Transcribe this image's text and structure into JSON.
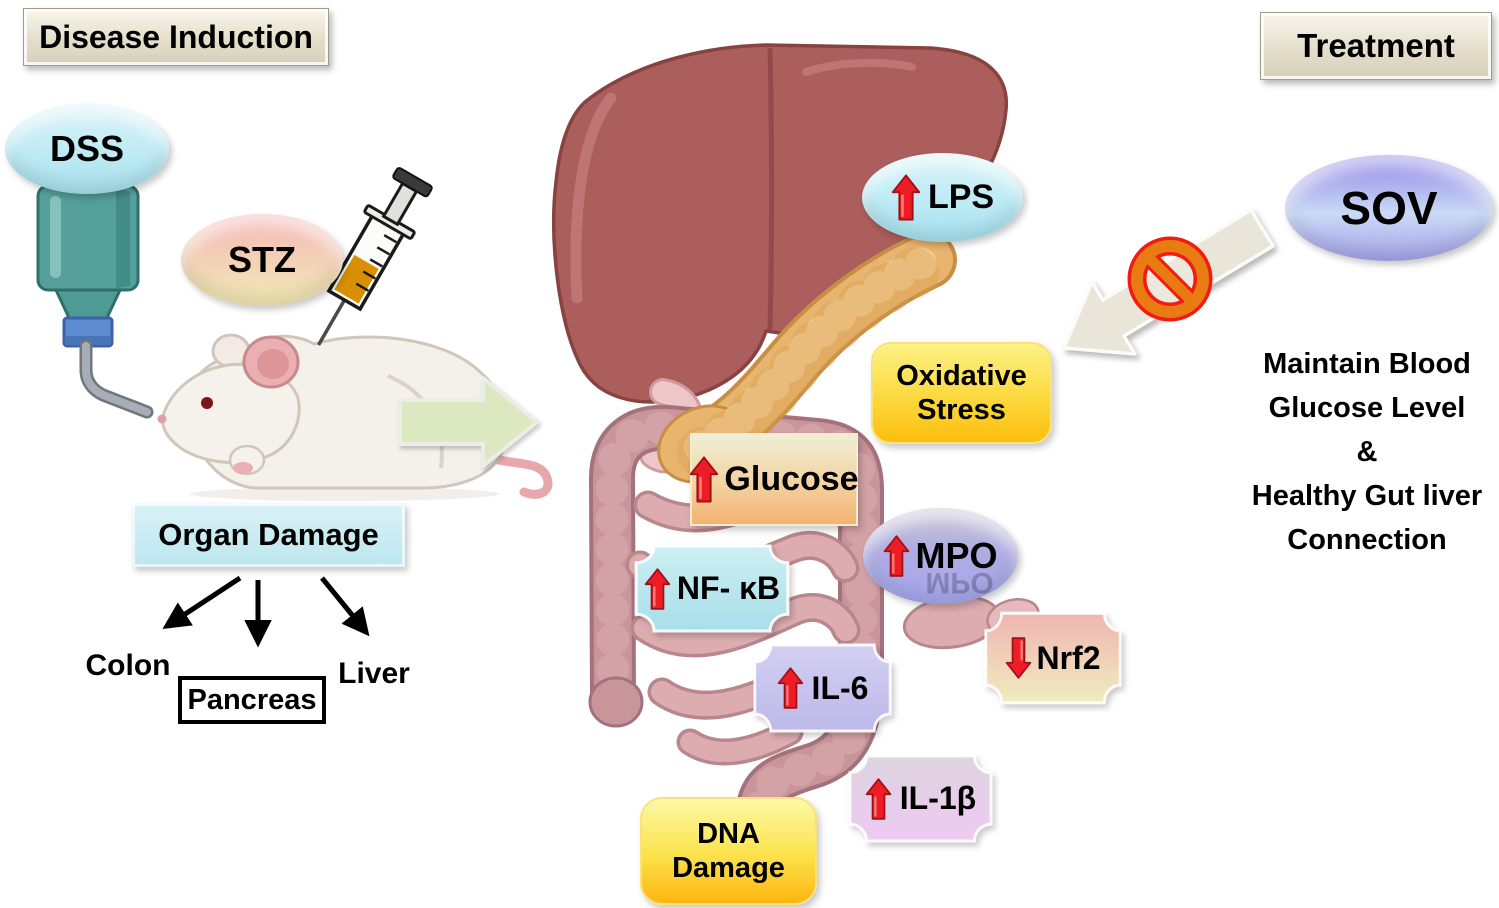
{
  "disease_induction": {
    "title": "Disease Induction",
    "inducers": [
      {
        "label": "DSS",
        "delivery": "drinking-water-bottle"
      },
      {
        "label": "STZ",
        "delivery": "injection-syringe"
      }
    ],
    "outcome_label": "Organ Damage",
    "affected_organs": [
      "Colon",
      "Pancreas",
      "Liver"
    ]
  },
  "pathology": {
    "markers": [
      {
        "label": "LPS",
        "change": "up"
      },
      {
        "label": "Glucose",
        "change": "up"
      },
      {
        "label": "MPO",
        "change": "up"
      },
      {
        "label": "NF- κB",
        "change": "up"
      },
      {
        "label": "Nrf2",
        "change": "down"
      },
      {
        "label": "IL-6",
        "change": "up"
      },
      {
        "label": "IL-1β",
        "change": "up"
      }
    ],
    "effects": [
      {
        "line1": "Oxidative",
        "line2": "Stress"
      },
      {
        "line1": "DNA",
        "line2": "Damage"
      }
    ]
  },
  "treatment": {
    "title": "Treatment",
    "drug": "SOV",
    "benefits": [
      "Maintain Blood",
      "Glucose Level",
      "&",
      "Healthy Gut liver",
      "Connection"
    ]
  },
  "icons": {
    "increase": "red-up-block-arrow",
    "decrease": "red-down-block-arrow",
    "induction_flow": "green-right-block-arrow",
    "treatment_action": "gray-arrow-with-prohibition-sign",
    "dss_delivery": "water-bottle",
    "stz_delivery": "syringe",
    "subject": "mouse",
    "organs": [
      "liver",
      "pancreas",
      "intestines"
    ]
  },
  "colors": {
    "arrow_red": "#EE1C25",
    "prohibition_orange": "#E87C12",
    "prohibition_red": "#F21B12",
    "liver": "#AC5E5C",
    "pancreas": "#E9B56E",
    "intestine": "#C8959B",
    "stress_yellow": "#FCBE0D",
    "label_cyan": "#BCE6EE",
    "sov_purple": "#8F87E6",
    "green_arrow": "#DCE8C0"
  }
}
